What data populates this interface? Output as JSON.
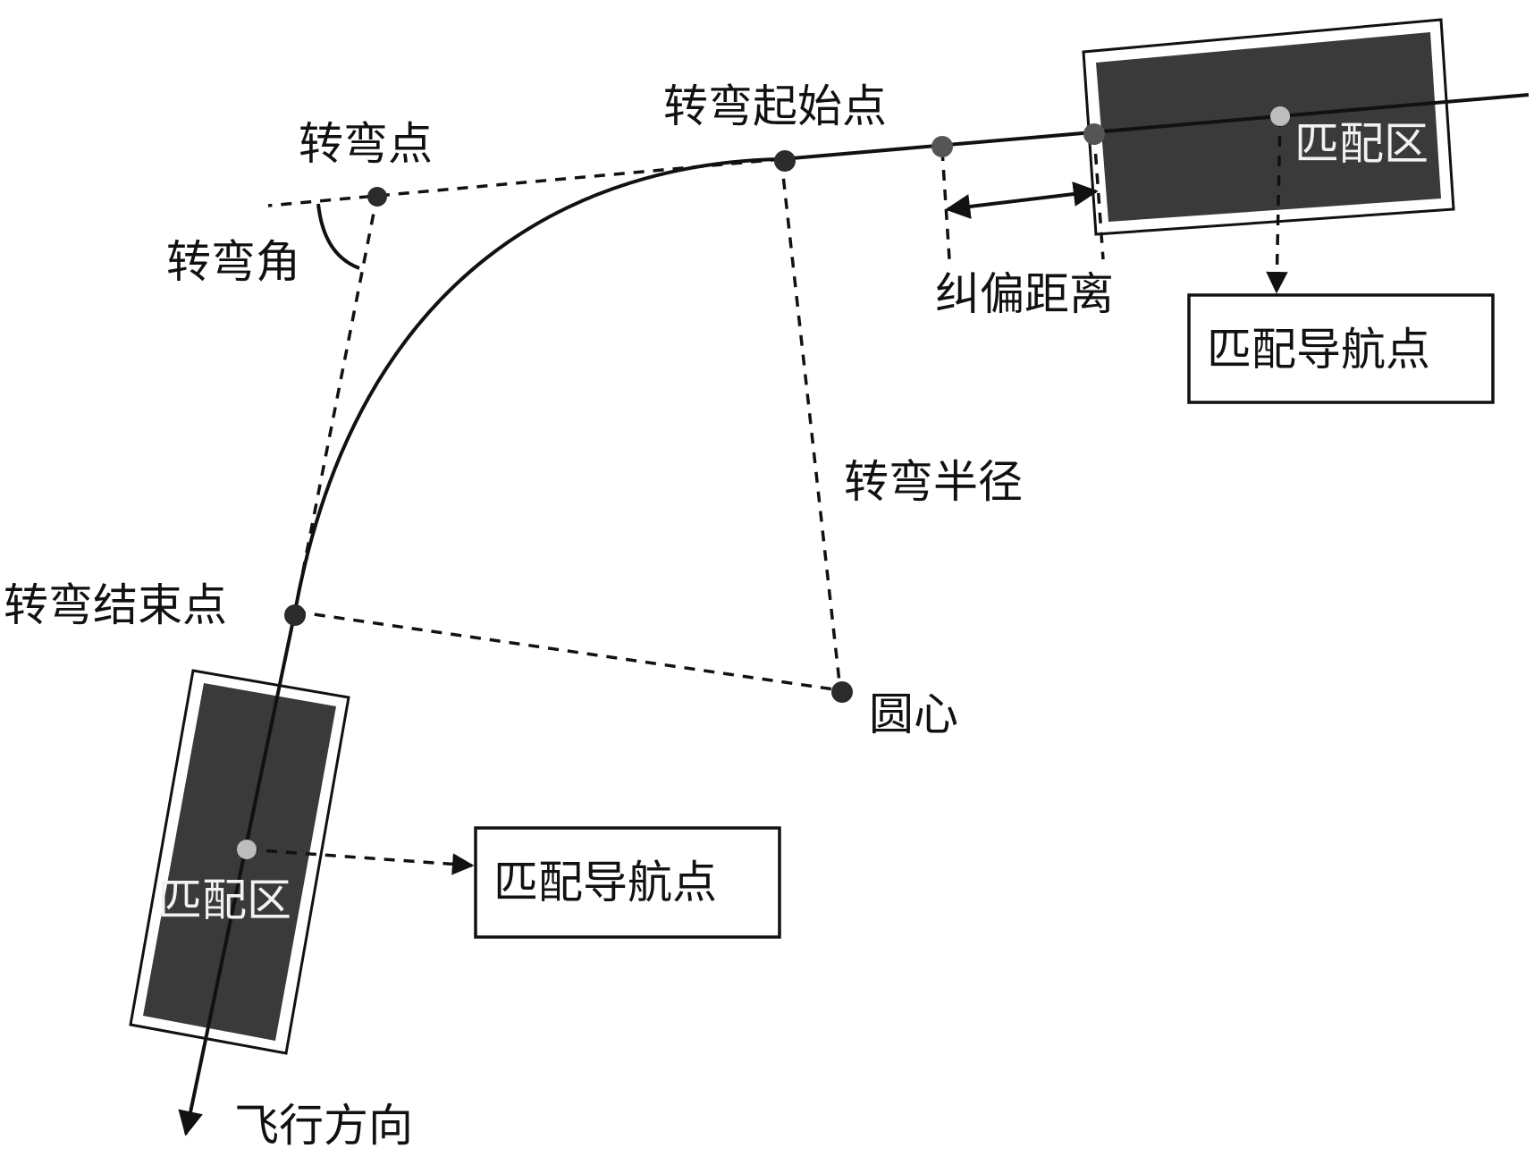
{
  "labels": {
    "turn_point": "转弯点",
    "turn_angle": "转弯角",
    "turn_start": "转弯起始点",
    "turn_end": "转弯结束点",
    "turn_radius": "转弯半径",
    "center": "圆心",
    "correction_distance": "纠偏距离",
    "flight_direction": "飞行方向",
    "match_zone_top": "匹配区",
    "match_zone_bottom": "匹配区",
    "nav_point_top": "匹配导航点",
    "nav_point_bottom": "匹配导航点"
  },
  "colors": {
    "line": "#111111",
    "zone_fill": "#3a3a3a",
    "dot_dark": "#2b2b2b",
    "dot_light": "#bdbdbd"
  }
}
